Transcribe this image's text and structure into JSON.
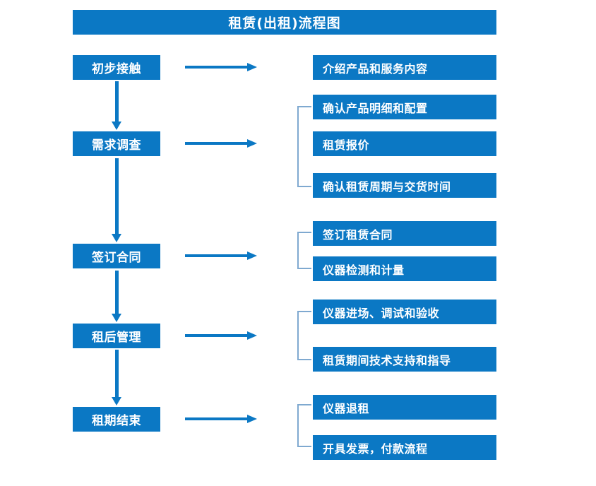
{
  "title": "租赁(出租)流程图",
  "colors": {
    "primary_blue": "#0b78c4",
    "bracket_blue": "#7fa9d0",
    "box_text": "#ffffff",
    "background": "#ffffff"
  },
  "stages": [
    {
      "label": "初步接触"
    },
    {
      "label": "需求调查"
    },
    {
      "label": "签订合同"
    },
    {
      "label": "租后管理"
    },
    {
      "label": "租期结束"
    }
  ],
  "details": [
    {
      "label": "介绍产品和服务内容"
    },
    {
      "label": "确认产品明细和配置"
    },
    {
      "label": "租赁报价"
    },
    {
      "label": "确认租赁周期与交货时间"
    },
    {
      "label": "签订租赁合同"
    },
    {
      "label": "仪器检测和计量"
    },
    {
      "label": "仪器进场、调试和验收"
    },
    {
      "label": "租赁期间技术支持和指导"
    },
    {
      "label": "仪器退租"
    },
    {
      "label": "开具发票，付款流程"
    }
  ]
}
